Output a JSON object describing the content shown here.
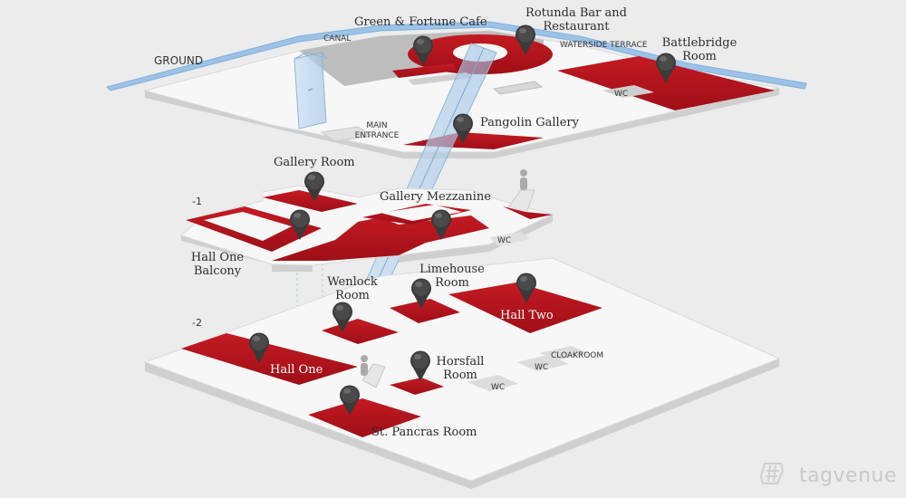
{
  "levels": {
    "ground": "GROUND",
    "minus1": "-1",
    "minus2": "-2"
  },
  "ground_floor": {
    "canal": "CANAL",
    "green_fortune": "Green & Fortune Cafe",
    "rotunda_line1": "Rotunda Bar and",
    "rotunda_line2": "Restaurant",
    "waterside_terrace": "WATERSIDE TERRACE",
    "battlebridge_line1": "Battlebridge",
    "battlebridge_line2": "Room",
    "wc": "WC",
    "main_entrance_line1": "MAIN",
    "main_entrance_line2": "ENTRANCE",
    "pangolin": "Pangolin Gallery"
  },
  "level_minus1": {
    "gallery_room": "Gallery Room",
    "gallery_mezzanine": "Gallery Mezzanine",
    "hall_one_balcony_line1": "Hall One",
    "hall_one_balcony_line2": "Balcony",
    "wc": "WC"
  },
  "level_minus2": {
    "limehouse_line1": "Limehouse",
    "limehouse_line2": "Room",
    "wenlock_line1": "Wenlock",
    "wenlock_line2": "Room",
    "hall_two": "Hall Two",
    "hall_one": "Hall One",
    "horsfall_line1": "Horsfall",
    "horsfall_line2": "Room",
    "cloakroom": "CLOAKROOM",
    "wc_a": "WC",
    "wc_b": "WC",
    "st_pancras": "St. Pancras Room"
  },
  "brand": "tagvenue",
  "colors": {
    "background": "#ececec",
    "floor": "#f7f7f7",
    "floor_edge": "#cfcfcf",
    "room_red": "#b5121b",
    "canal_blue": "#9cc3e6",
    "pin": "#3a3a3a"
  },
  "icons": {
    "pin": "map-pin-icon",
    "person": "person-icon",
    "brand": "tagvenue-logo-icon"
  }
}
